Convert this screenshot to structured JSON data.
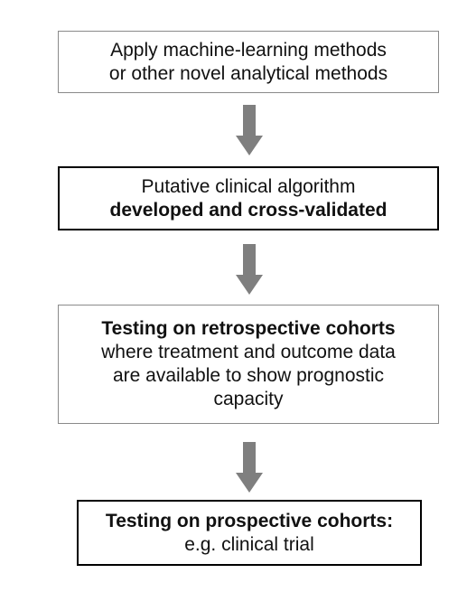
{
  "colors": {
    "arrow": "#7f7f7f",
    "box_border_light": "#8a8a8a",
    "box_border_dark": "#000000",
    "text": "#111111"
  },
  "steps": [
    {
      "lines": [
        {
          "text": "Apply machine-learning methods",
          "bold": false
        },
        {
          "text": "or other novel analytical methods",
          "bold": false
        }
      ]
    },
    {
      "lines": [
        {
          "text": "Putative clinical algorithm",
          "bold": false
        },
        {
          "text": "developed and cross-validated",
          "bold": true
        }
      ]
    },
    {
      "lines": [
        {
          "text": "Testing on retrospective cohorts",
          "bold": true
        },
        {
          "text": "where treatment and outcome data",
          "bold": false
        },
        {
          "text": "are available to show prognostic",
          "bold": false
        },
        {
          "text": "capacity",
          "bold": false
        }
      ]
    },
    {
      "lines": [
        {
          "text": "Testing on prospective cohorts:",
          "bold": true
        },
        {
          "text": "e.g. clinical trial",
          "bold": false
        }
      ]
    }
  ]
}
